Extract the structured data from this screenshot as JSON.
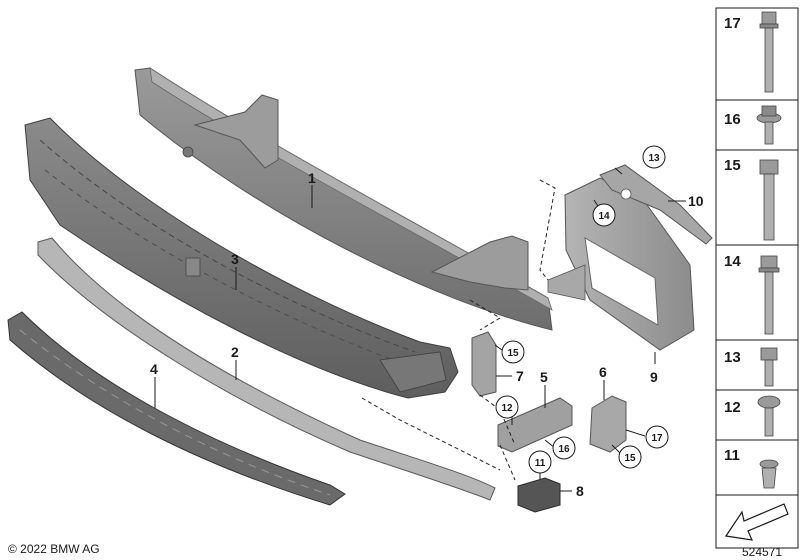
{
  "callouts": {
    "c1": "1",
    "c2": "2",
    "c3": "3",
    "c4": "4",
    "c5": "5",
    "c6": "6",
    "c7": "7",
    "c8": "8",
    "c9": "9",
    "c10": "10",
    "c11": "11",
    "c12": "12",
    "c13": "13",
    "c14": "14",
    "c15a": "15",
    "c15b": "15",
    "c16": "16",
    "c17": "17"
  },
  "parts_column": {
    "p17": "17",
    "p16": "16",
    "p15": "15",
    "p14": "14",
    "p13": "13",
    "p12": "12",
    "p11": "11"
  },
  "footer": {
    "copyright": "© 2022 BMW AG",
    "diagram_number": "524571"
  }
}
